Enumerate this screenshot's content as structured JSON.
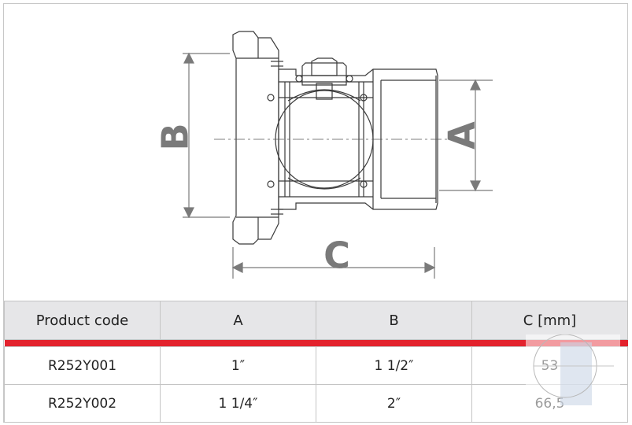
{
  "dimension_labels": {
    "a": "A",
    "b": "B",
    "c": "C"
  },
  "table": {
    "headers": [
      "Product code",
      "A",
      "B",
      "C [mm]"
    ],
    "rows": [
      {
        "code": "R252Y001",
        "a": "1″",
        "b": "1 1/2″",
        "c": "53"
      },
      {
        "code": "R252Y002",
        "a": "1 1/4″",
        "b": "2″",
        "c": "66,5"
      }
    ]
  },
  "colors": {
    "accent_bar": "#e3222d",
    "header_bg": "#e6e6e8",
    "dimension_gray": "#7a7a7a"
  }
}
